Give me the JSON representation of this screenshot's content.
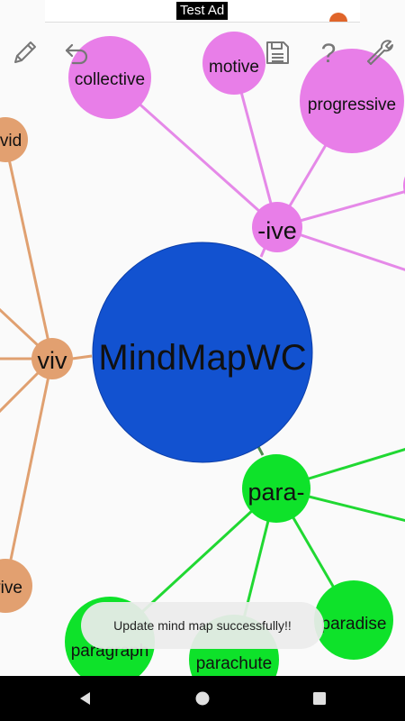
{
  "ad": {
    "label": "Test Ad"
  },
  "toolbar": {
    "icons": [
      "pencil-icon",
      "undo-icon",
      "save-icon",
      "help-icon",
      "wrench-icon"
    ]
  },
  "mindmap": {
    "root": {
      "label": "MindMapWC",
      "color": "#1252d0"
    },
    "branches": [
      {
        "label": "-ive",
        "color": "#e87ee8",
        "children": [
          "collective",
          "motive",
          "progressive",
          ""
        ]
      },
      {
        "label": "viv",
        "color": "#e2a070",
        "children": [
          "vid",
          "vive"
        ]
      },
      {
        "label": "para-",
        "color": "#0ee22a",
        "children": [
          "paragraph",
          "parachute",
          "paradise"
        ]
      }
    ]
  },
  "toast": {
    "message": "Update mind map successfully!!"
  },
  "navbar": {
    "icons": [
      "back-icon",
      "home-icon",
      "recents-icon"
    ]
  },
  "colors": {
    "ive_edge": "#e589e8",
    "viv_edge": "#e0a070",
    "para_edge": "#20d832",
    "root_edge": "#4a8a4a"
  }
}
